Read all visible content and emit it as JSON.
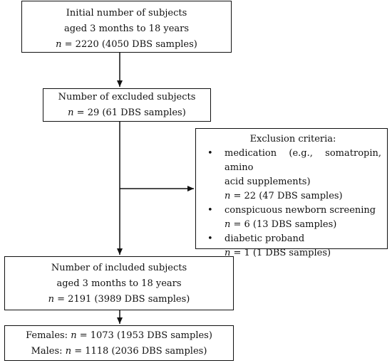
{
  "initial": {
    "line1": "Initial number of subjects",
    "line2": "aged 3 months to 18 years",
    "n_label": "n",
    "n_rest": " = 2220 (4050 DBS samples)"
  },
  "excluded": {
    "line1": "Number of excluded subjects",
    "n_label": "n",
    "n_rest": " = 29 (61 DBS samples)"
  },
  "criteria": {
    "title": "Exclusion criteria:",
    "items": [
      {
        "line1": "medication (e.g., somatropin, amino",
        "line2": "acid supplements)",
        "n_label": "n",
        "n_rest": " = 22 (47 DBS samples)"
      },
      {
        "line1": "conspicuous newborn screening",
        "n_label": "n",
        "n_rest": " = 6 (13 DBS samples)"
      },
      {
        "line1": "diabetic proband",
        "n_label": "n",
        "n_rest": " = 1 (1 DBS samples)"
      }
    ],
    "bullet": "•"
  },
  "included": {
    "line1": "Number of included subjects",
    "line2": "aged 3 months to 18 years",
    "n_label": "n",
    "n_rest": " = 2191 (3989 DBS samples)"
  },
  "sex": {
    "females_prefix": "Females: ",
    "females_n_label": "n",
    "females_rest": " = 1073 (1953 DBS samples)",
    "males_prefix": "Males: ",
    "males_n_label": "n",
    "males_rest": " = 1118 (2036 DBS samples)"
  }
}
